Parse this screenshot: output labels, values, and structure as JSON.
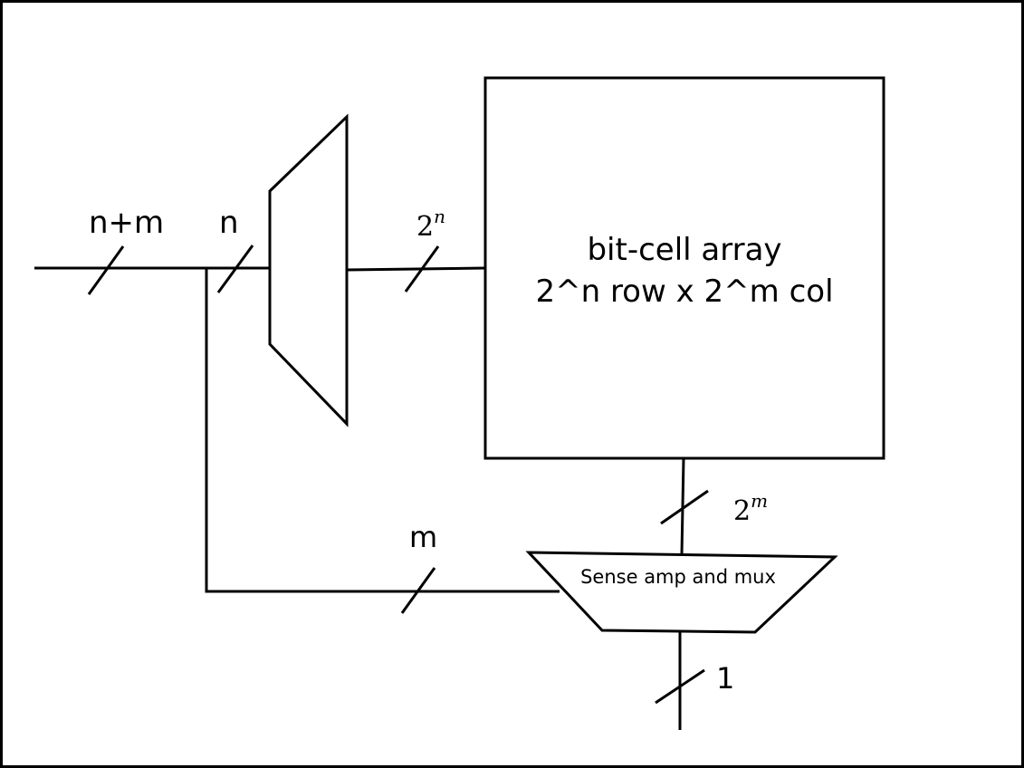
{
  "array": {
    "line1": "bit-cell array",
    "line2": "2^n row x 2^m col"
  },
  "mux": {
    "label": "Sense amp and mux"
  },
  "bus_labels": {
    "input_width": "n+m",
    "row_addr_width": "n",
    "decoder_out_base": "2",
    "decoder_out_exp": "n",
    "array_out_base": "2",
    "array_out_exp": "m",
    "col_addr_width": "m",
    "output_width": "1"
  }
}
